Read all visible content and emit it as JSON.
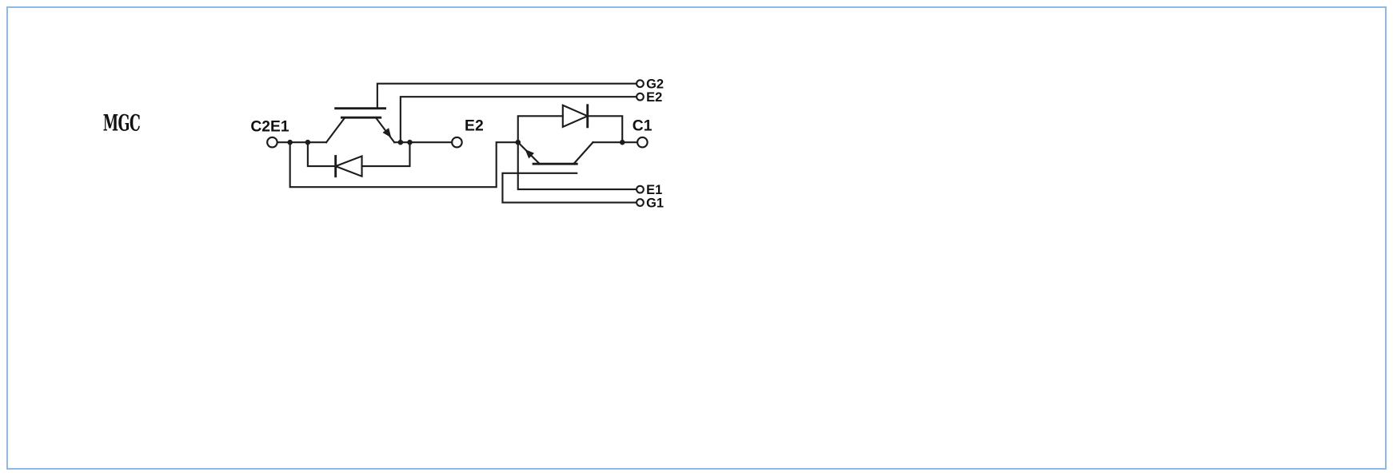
{
  "module_label": "MGC",
  "labels": {
    "c2e1": "C2E1",
    "e2_main": "E2",
    "c1": "C1",
    "g2": "G2",
    "e2_aux": "E2",
    "e1": "E1",
    "g1": "G1"
  },
  "colors": {
    "border": "#8fb9e6",
    "line": "#1c1c1c",
    "background": "#ffffff",
    "text": "#111111"
  }
}
